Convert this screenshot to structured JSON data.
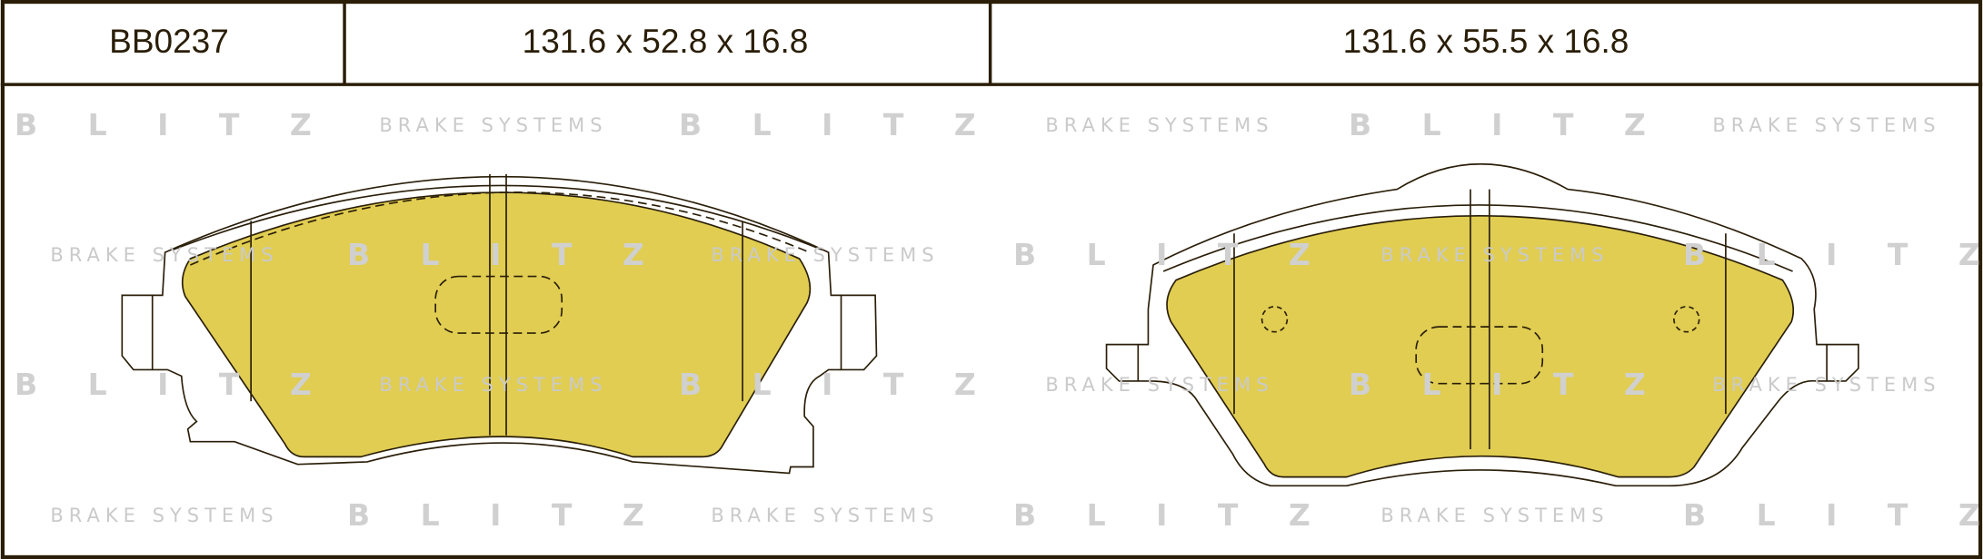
{
  "header": {
    "part_number": "BB0237",
    "dimensions_left": "131.6 x 52.8 x 16.8",
    "dimensions_right": "131.6 x 55.5 x 16.8"
  },
  "watermark": {
    "brand": "B L I T Z",
    "tagline": "BRAKE SYSTEMS"
  },
  "colors": {
    "friction": "#e0cd52",
    "outline": "#2a1e08",
    "watermark": "#d6d6d6"
  }
}
